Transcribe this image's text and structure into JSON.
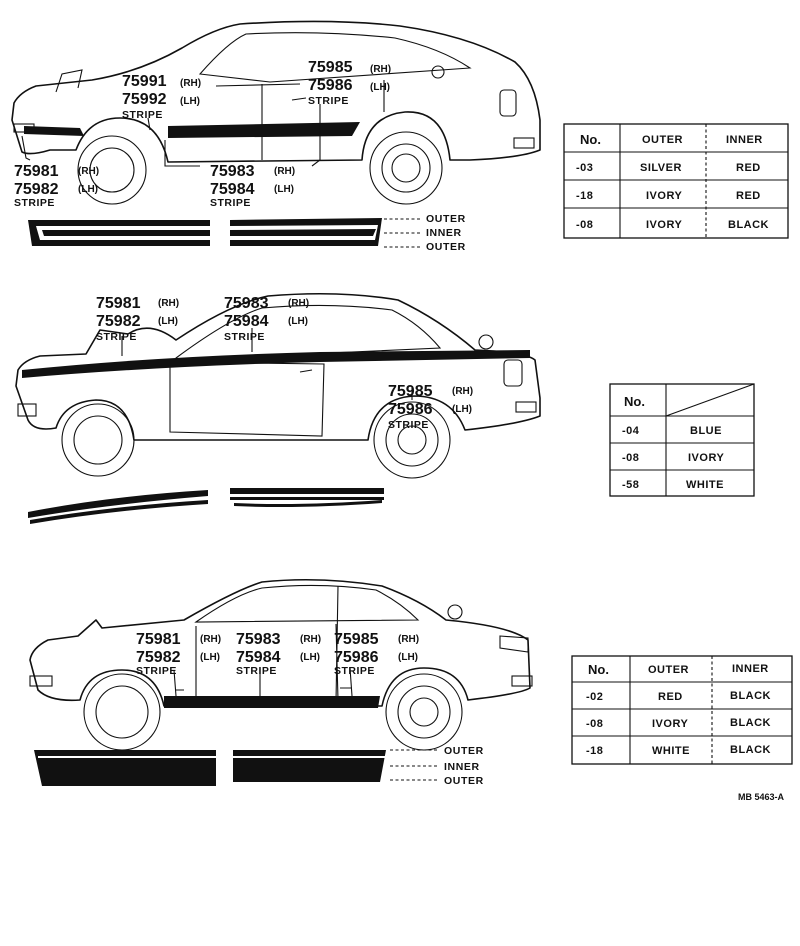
{
  "figure_ref": "MB 5463-A",
  "stripe_word": "STRIPE",
  "side": {
    "rh": "(RH)",
    "lh": "(LH)"
  },
  "diagrams": [
    {
      "callouts": [
        {
          "rh": "75991",
          "lh": "75992"
        },
        {
          "rh": "75985",
          "lh": "75986"
        },
        {
          "rh": "75981",
          "lh": "75982"
        },
        {
          "rh": "75983",
          "lh": "75984"
        }
      ],
      "layer_labels": [
        "OUTER",
        "INNER",
        "OUTER"
      ],
      "table": {
        "headers": [
          "No.",
          "OUTER",
          "INNER"
        ],
        "rows": [
          [
            "-03",
            "SILVER",
            "RED"
          ],
          [
            "-18",
            "IVORY",
            "RED"
          ],
          [
            "-08",
            "IVORY",
            "BLACK"
          ]
        ]
      }
    },
    {
      "callouts": [
        {
          "rh": "75981",
          "lh": "75982"
        },
        {
          "rh": "75983",
          "lh": "75984"
        },
        {
          "rh": "75985",
          "lh": "75986"
        }
      ],
      "table": {
        "headers": [
          "No."
        ],
        "rows": [
          [
            "-04",
            "BLUE"
          ],
          [
            "-08",
            "IVORY"
          ],
          [
            "-58",
            "WHITE"
          ]
        ]
      }
    },
    {
      "callouts": [
        {
          "rh": "75981",
          "lh": "75982"
        },
        {
          "rh": "75983",
          "lh": "75984"
        },
        {
          "rh": "75985",
          "lh": "75986"
        }
      ],
      "layer_labels": [
        "OUTER",
        "INNER",
        "OUTER"
      ],
      "table": {
        "headers": [
          "No.",
          "OUTER",
          "INNER"
        ],
        "rows": [
          [
            "-02",
            "RED",
            "BLACK"
          ],
          [
            "-08",
            "IVORY",
            "BLACK"
          ],
          [
            "-18",
            "WHITE",
            "BLACK"
          ]
        ]
      }
    }
  ]
}
